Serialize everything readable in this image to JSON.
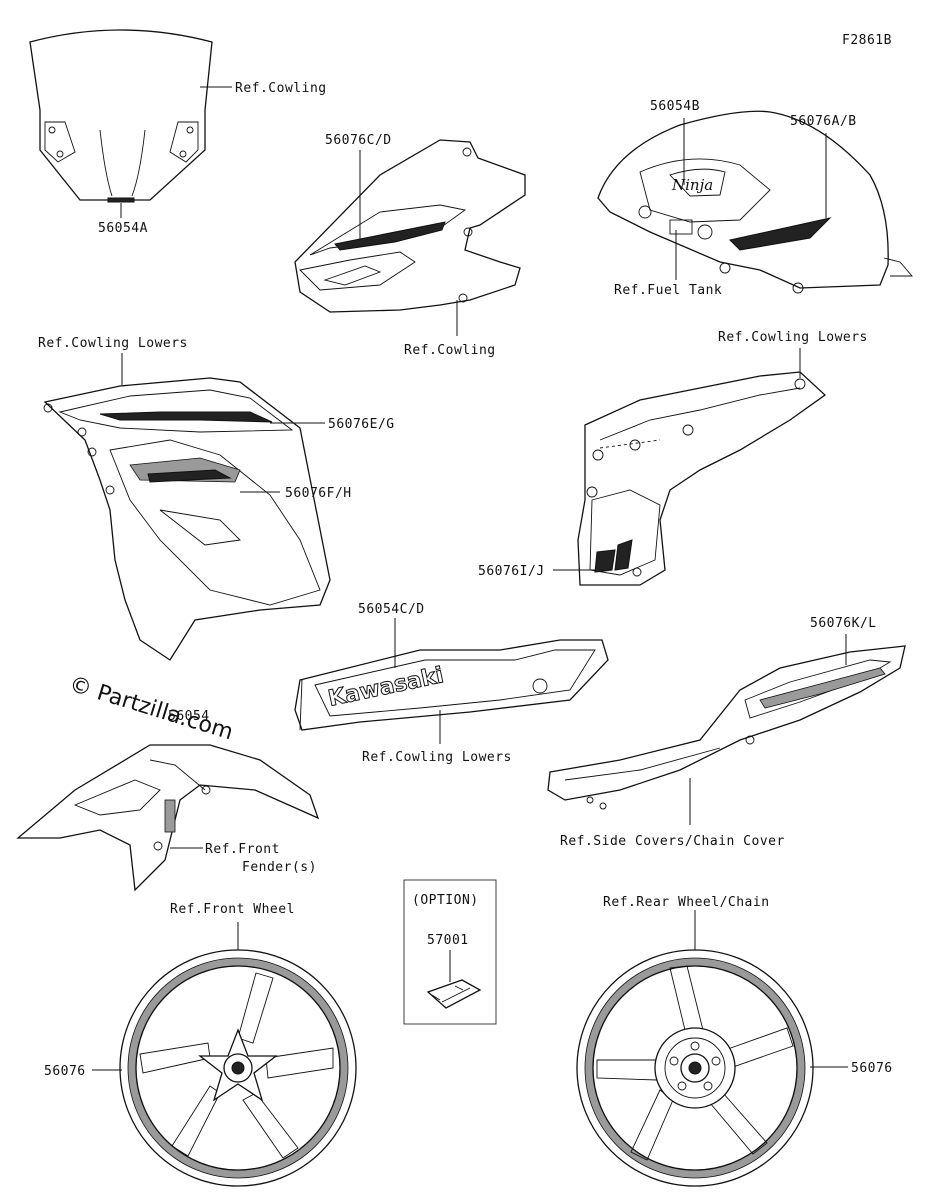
{
  "figure_id": "F2861B",
  "watermark": "© Partzilla.com",
  "labels": {
    "ref_cowling_top": "Ref.Cowling",
    "p56054a": "56054A",
    "p56076cd": "56076C/D",
    "ref_cowling_mid": "Ref.Cowling",
    "p56054b": "56054B",
    "p56076ab": "56076A/B",
    "ref_fuel_tank": "Ref.Fuel Tank",
    "ref_cowling_lowers_left": "Ref.Cowling Lowers",
    "p56076eg": "56076E/G",
    "p56076fh": "56076F/H",
    "ref_cowling_lowers_right": "Ref.Cowling Lowers",
    "p56076ij": "56076I/J",
    "p56054cd": "56054C/D",
    "ref_cowling_lowers_center": "Ref.Cowling Lowers",
    "p56076kl": "56076K/L",
    "ref_side_covers": "Ref.Side Covers/Chain Cover",
    "p56054": "56054",
    "ref_front_fender_1": "Ref.Front",
    "ref_front_fender_2": "Fender(s)",
    "option": "(OPTION)",
    "p57001": "57001",
    "ref_front_wheel": "Ref.Front Wheel",
    "ref_rear_wheel": "Ref.Rear Wheel/Chain",
    "p56076_left": "56076",
    "p56076_right": "56076"
  },
  "decal_text": {
    "ninja": "Ninja",
    "kawasaki": "Kawasaki"
  }
}
